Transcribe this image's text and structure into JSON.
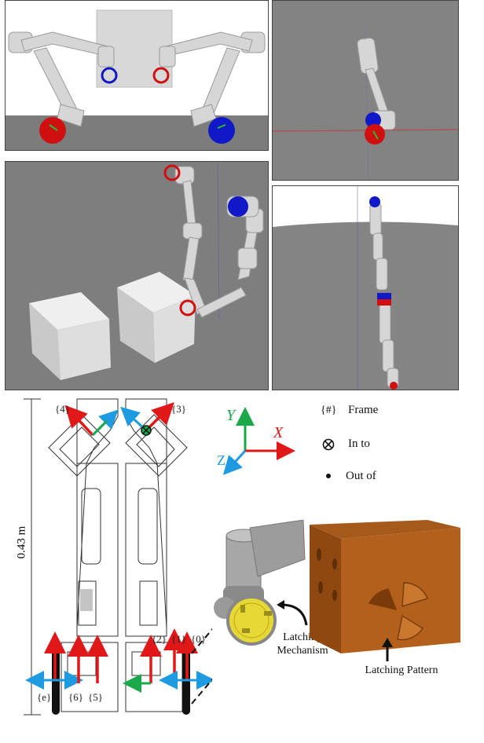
{
  "frame_labels": {
    "f4": "{4}",
    "f3": "{3}",
    "f2": "{2}",
    "f1": "{1}",
    "f0": "{0}",
    "fe": "{e}",
    "f6": "{6}",
    "f5": "{5}"
  },
  "axes": {
    "y": "Y",
    "x": "X",
    "z": "Z"
  },
  "legend": {
    "frame_symbol": "{#}",
    "frame_label": "Frame",
    "into_label": "In to",
    "outof_label": "Out of"
  },
  "dimension": "0.43 m",
  "labels": {
    "latching_mechanism": "Latching\nMechanism",
    "latching_pattern": "Latching Pattern"
  },
  "colors": {
    "ground_gray": "#7c7c7c",
    "robot_white": "#d9d9d9",
    "red_foot": "#d01010",
    "blue_foot": "#1018c8",
    "box_orange": "#b3601c",
    "latch_yellow": "#e8d836",
    "axis_green": "#1aa84a",
    "axis_red": "#e01818",
    "axis_blue": "#1e9be0"
  }
}
